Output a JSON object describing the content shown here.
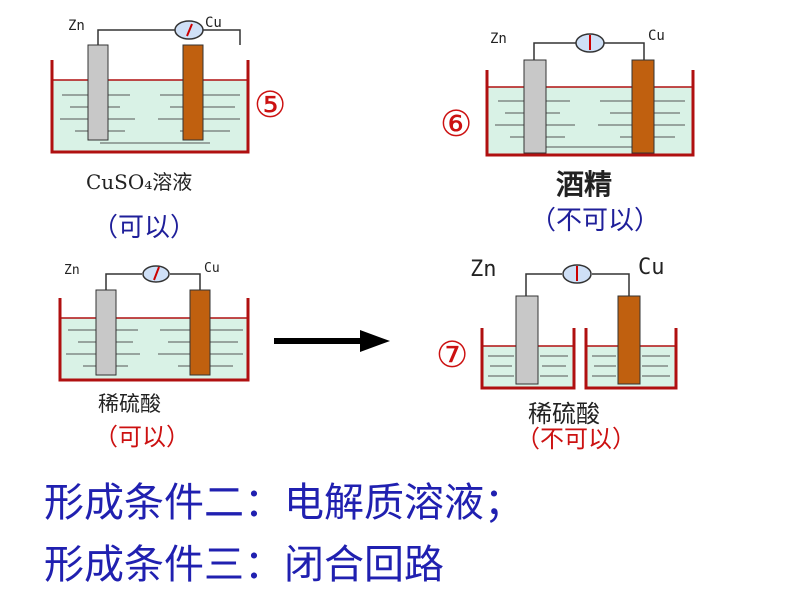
{
  "cells": [
    {
      "id": "cell-5",
      "number": "⑤",
      "anode": "Zn",
      "cathode": "Cu",
      "solution": "CuSO₄溶液",
      "result": "（可以）"
    },
    {
      "id": "cell-6",
      "number": "⑥",
      "anode": "Zn",
      "cathode": "Cu",
      "solution": "酒精",
      "result": "（不可以）"
    },
    {
      "id": "cell-acid",
      "number": "",
      "anode": "Zn",
      "cathode": "Cu",
      "solution": "稀硫酸",
      "result": "（可以）"
    },
    {
      "id": "cell-7",
      "number": "⑦",
      "anode": "Zn",
      "cathode": "Cu",
      "solution": "稀硫酸",
      "result": "（不可以）"
    }
  ],
  "conclusions": {
    "line1": "形成条件二：电解质溶液；",
    "line2": "形成条件三：闭合回路"
  },
  "colors": {
    "zinc": "#c8c8c8",
    "copper": "#c0600f",
    "solution": "#d9f2e6",
    "liquid_line": "#b01010",
    "beaker": "#b01010",
    "meter": "#cfe0f7",
    "arrow": "#000000",
    "text_blue": "#2020b0",
    "text_red": "#cc1111"
  }
}
